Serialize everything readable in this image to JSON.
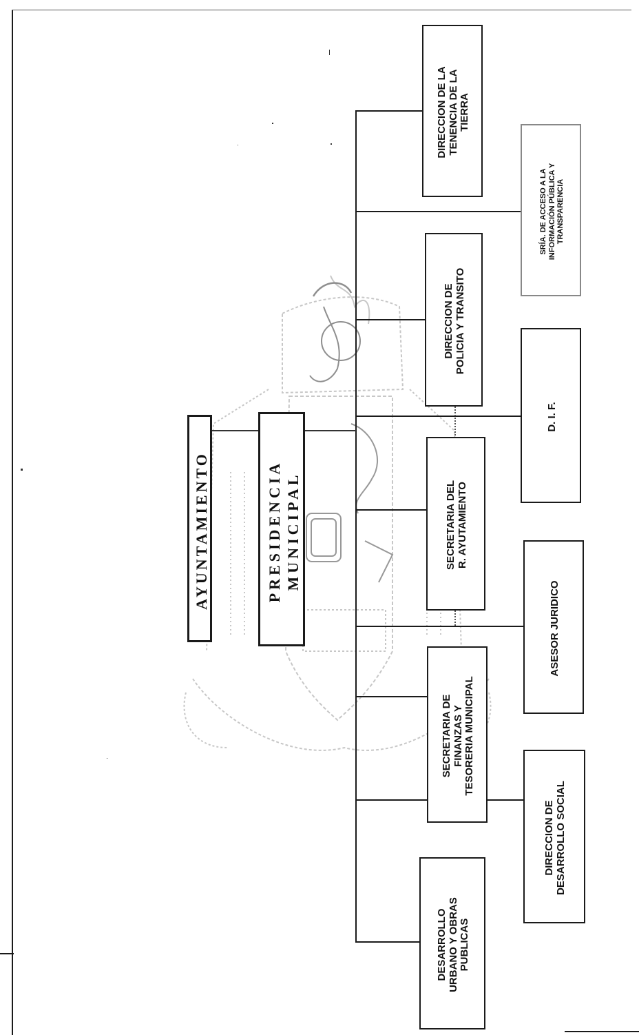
{
  "header": {
    "title": "AYUNTAMIENTO"
  },
  "president": {
    "line1": "PRESIDENCIA",
    "line2": "MUNICIPAL"
  },
  "departments": {
    "tenencia": "DIRECCION DE LA\nTENENCIA DE LA\nTIERRA",
    "policia": "DIRECCION DE\nPOLICIA Y TRANSITO",
    "secretaria": "SECRETARIA DEL\nR. AYUTAMIENTO",
    "finanzas": "SECRETARIA DE\nFINANZAS Y\nTESORERIA MUNICIPAL",
    "obras": "DESARROLLO\nURBANO Y OBRAS\nPUBLICAS"
  },
  "units": {
    "transparencia": "SRÍA. DE ACCESO A LA\nINFORMACIÓN PÚBLICA Y\nTRANSPARENCIA",
    "dif": "D. I. F.",
    "asesor": "ASESOR JURIDICO",
    "social": "DIRECCION DE\nDESARROLLO SOCIAL"
  },
  "colors": {
    "line": "#1a1a1a",
    "box_gray": "#7a7a7a",
    "emblem": "#9a9a9a"
  }
}
